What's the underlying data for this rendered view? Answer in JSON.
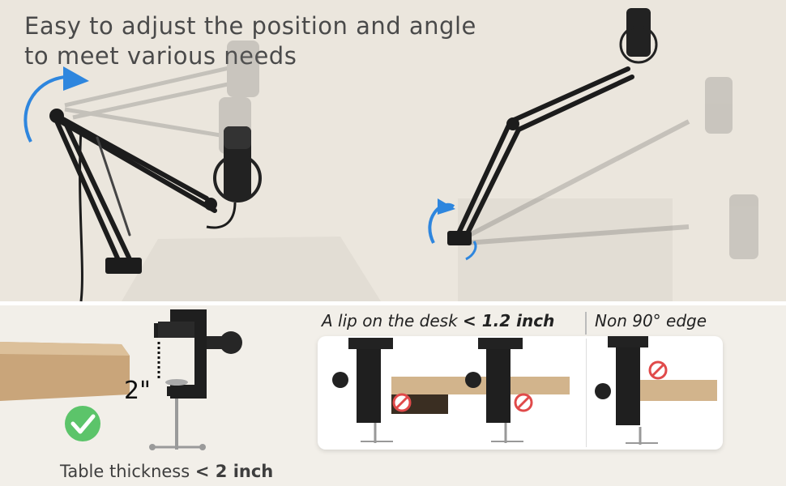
{
  "headline": {
    "line1": "Easy to adjust the position and angle",
    "line2": "to meet various needs"
  },
  "clamp": {
    "height_label": "2\"",
    "thickness_prefix": "Table thickness ",
    "thickness_value": "< 2 inch"
  },
  "lip_caption": {
    "prefix": "A lip on the desk ",
    "value": "< 1.2 inch"
  },
  "edge_caption": "Non 90° edge",
  "icons": [
    "rotate-arrow-icon",
    "check-circle-icon",
    "prohibited-icon"
  ],
  "colors": {
    "accent_blue": "#2e86de",
    "check_green": "#5cc46a",
    "prohibit_red": "#e04a4a",
    "wood": "#d2b48c"
  }
}
